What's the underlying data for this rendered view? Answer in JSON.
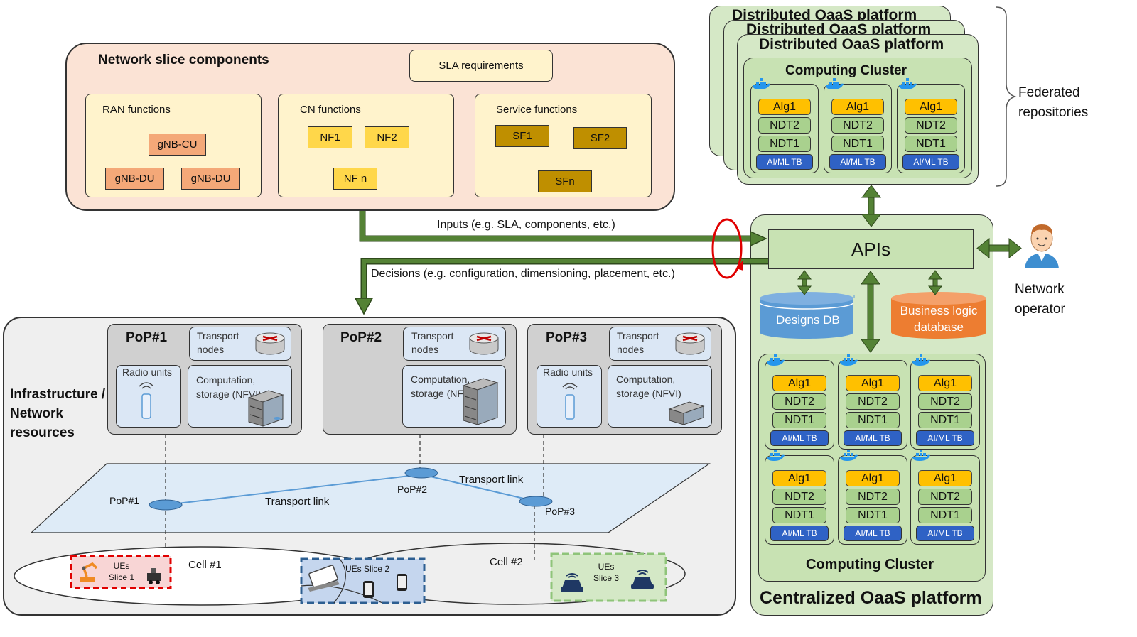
{
  "slice": {
    "title": "Network slice components",
    "sla": "SLA requirements",
    "ran": {
      "title": "RAN functions",
      "cu": "gNB-CU",
      "du1": "gNB-DU",
      "du2": "gNB-DU"
    },
    "cn": {
      "title": "CN functions",
      "nf1": "NF1",
      "nf2": "NF2",
      "nfn": "NF n"
    },
    "svc": {
      "title": "Service functions",
      "sf1": "SF1",
      "sf2": "SF2",
      "sfn": "SFn"
    }
  },
  "arrows": {
    "inputs": "Inputs (e.g. SLA, components, etc.)",
    "decisions": "Decisions (e.g. configuration, dimensioning, placement, etc.)"
  },
  "distributed": {
    "title": "Distributed OaaS platform",
    "cluster": "Computing Cluster",
    "federated": "Federated repositories"
  },
  "central": {
    "apis": "APIs",
    "designs_db": "Designs DB",
    "business_db": "Business logic database",
    "cluster": "Computing Cluster",
    "title": "Centralized OaaS platform"
  },
  "operator": "Network operator",
  "pod": {
    "alg": "Alg1",
    "ndt2": "NDT2",
    "ndt1": "NDT1",
    "aiml": "AI/ML TB"
  },
  "infra": {
    "title": "Infrastructure / Network resources",
    "pop1": "PoP#1",
    "pop2": "PoP#2",
    "pop3": "PoP#3",
    "transport_nodes": "Transport nodes",
    "radio_units": "Radio units",
    "computation": "Computation, storage (NFVI)",
    "transport_link": "Transport link",
    "cell1": "Cell #1",
    "cell2": "Cell #2",
    "ues_slice1": "UEs Slice 1",
    "ues_slice2": "UEs Slice 2",
    "ues_slice3": "UEs Slice 3"
  },
  "colors": {
    "arrow_green": "#548235",
    "slice_bg": "#fbe3d5",
    "platform_green": "#d5e8c6",
    "alg_orange": "#ffc000",
    "ndt_green": "#a9d18e",
    "aiml_blue": "#2f62c5",
    "designs_blue": "#5b9bd5",
    "business_orange": "#ed7d31"
  }
}
